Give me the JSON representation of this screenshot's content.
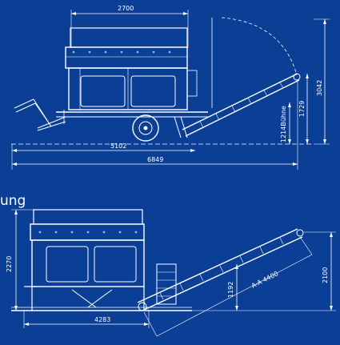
{
  "top_view": {
    "dim_width": "2700",
    "dim_length_a": "5102",
    "dim_length_b": "6849",
    "dim_height_total": "3042",
    "dim_height_body": "1729",
    "dim_height_stage": "1214Bühne"
  },
  "section_label": "ung",
  "bottom_view": {
    "dim_height_left": "2270",
    "dim_height_right": "2100",
    "dim_height_mid": "1192",
    "dim_belt": "A-A 4400",
    "dim_length": "4283"
  },
  "colors": {
    "background": "#0b3f96",
    "line": "#ffffff"
  }
}
